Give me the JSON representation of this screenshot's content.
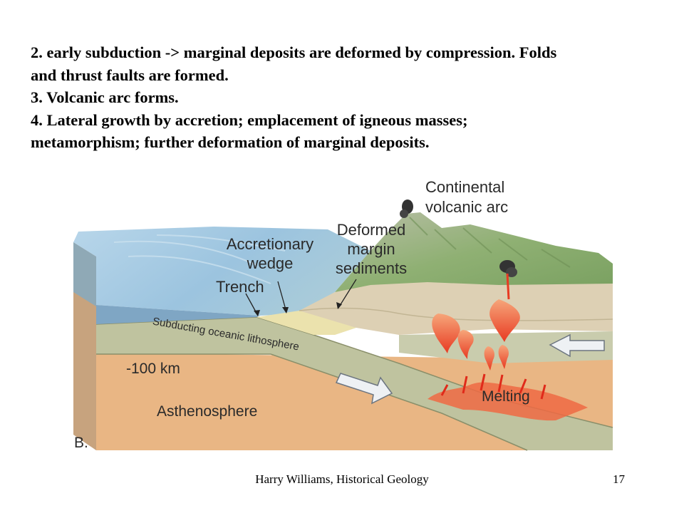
{
  "slide": {
    "lines": [
      "2. early subduction -> marginal deposits are deformed by compression. Folds",
      "and thrust faults are formed.",
      "3. Volcanic arc forms.",
      "4. Lateral growth by accretion; emplacement of igneous masses;",
      "metamorphism; further deformation of marginal deposits."
    ],
    "footer": "Harry Williams, Historical Geology",
    "page_number": "17"
  },
  "diagram": {
    "labels": {
      "continental_line1": "Continental",
      "continental_line2": "volcanic arc",
      "deformed_line1": "Deformed",
      "deformed_line2": "margin",
      "deformed_line3": "sediments",
      "accretionary_line1": "Accretionary",
      "accretionary_line2": "wedge",
      "trench": "Trench",
      "subducting": "Subducting oceanic lithosphere",
      "depth": "-100 km",
      "asthenosphere": "Asthenosphere",
      "melting": "Melting",
      "panel": "B."
    },
    "colors": {
      "ocean": "#9cc4df",
      "asthenosphere": "#e9b684",
      "lithosphere": "#c9ccad",
      "continental_crust": "#ddd0b4",
      "magma": "#ee3a24",
      "vegetation": "#8fb073"
    }
  }
}
